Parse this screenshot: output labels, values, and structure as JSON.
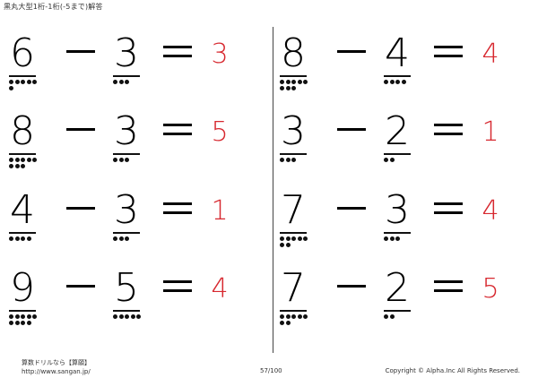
{
  "header": {
    "title": "黒丸大型1桁-1桁(-5まで)解答"
  },
  "colors": {
    "answer": "#d7282f",
    "ink": "#111111"
  },
  "problems": [
    {
      "a": "6",
      "b": "3",
      "op": "－",
      "eq": "＝",
      "ans": "3"
    },
    {
      "a": "8",
      "b": "4",
      "op": "－",
      "eq": "＝",
      "ans": "4"
    },
    {
      "a": "8",
      "b": "3",
      "op": "－",
      "eq": "＝",
      "ans": "5"
    },
    {
      "a": "3",
      "b": "2",
      "op": "－",
      "eq": "＝",
      "ans": "1"
    },
    {
      "a": "4",
      "b": "3",
      "op": "－",
      "eq": "＝",
      "ans": "1"
    },
    {
      "a": "7",
      "b": "3",
      "op": "－",
      "eq": "＝",
      "ans": "4"
    },
    {
      "a": "9",
      "b": "5",
      "op": "－",
      "eq": "＝",
      "ans": "4"
    },
    {
      "a": "7",
      "b": "2",
      "op": "－",
      "eq": "＝",
      "ans": "5"
    }
  ],
  "footer": {
    "line1": "算数ドリルなら【算願】",
    "url": "http://www.sangan.jp/",
    "page": "57/100",
    "copyright": "Copyright © Alpha.Inc All Rights Reserved."
  }
}
